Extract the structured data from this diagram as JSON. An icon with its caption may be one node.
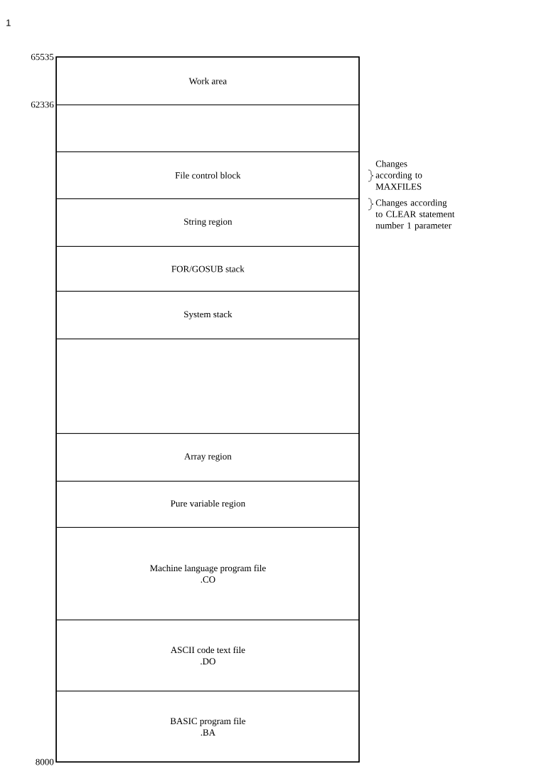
{
  "diagram": {
    "nodes": [
      {
        "text": [
          "Work area"
        ]
      },
      {
        "text": [],
        "shape": "box"
      },
      {
        "text": [
          "File control block"
        ],
        "beside": [
          "Changes according to MAXFILES"
        ]
      },
      {
        "text": [
          "String region"
        ],
        "beside": [
          "Changes according to CLEAR statement number 1 parameter"
        ]
      },
      {
        "text": [
          "FOR/GOSUB stack"
        ]
      },
      {
        "text": [
          "System stack"
        ]
      },
      {
        "text": [],
        "shape": "box"
      },
      {
        "text": [
          "Array region"
        ]
      },
      {
        "text": [
          "Pure variable region"
        ]
      },
      {
        "text": [
          "Machine language program file",
          ".CO"
        ]
      },
      {
        "text": [
          "ASCII code text file",
          ".DO"
        ]
      },
      {
        "text": [
          "BASIC program file",
          ".BA"
        ]
      }
    ],
    "edges": [],
    "labels": [
      "1",
      "65535",
      "62336",
      "8000"
    ]
  }
}
